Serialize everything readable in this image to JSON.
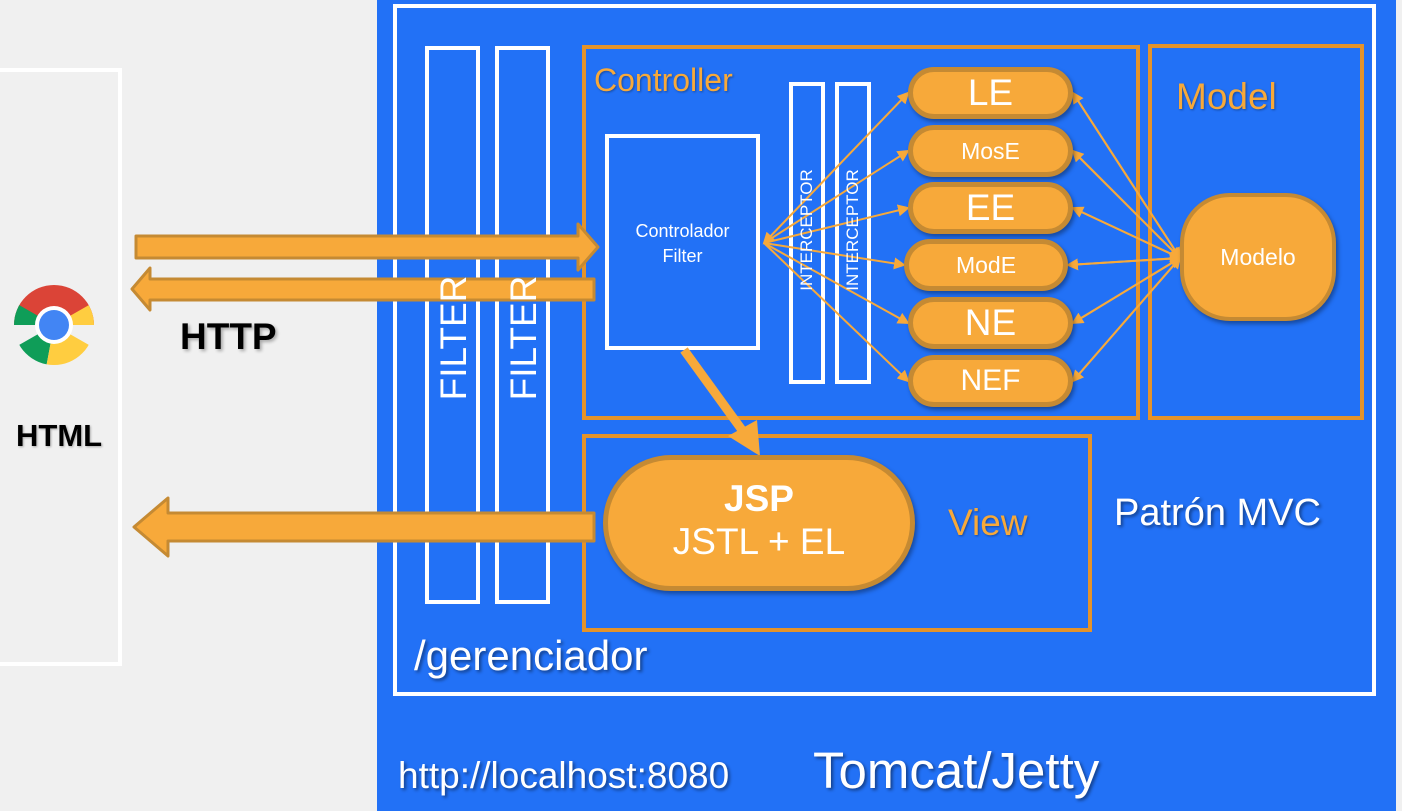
{
  "colors": {
    "server_bg": "#2271f6",
    "orange_fill": "#f7a93a",
    "orange_border": "#e4932a",
    "page_bg": "#f0f0f0",
    "white": "#ffffff"
  },
  "browser": {
    "icon": "chrome-icon",
    "label": "HTML",
    "protocol": "HTTP"
  },
  "server": {
    "url": "http://localhost:8080",
    "name": "Tomcat/Jetty",
    "context_path": "/gerenciador",
    "pattern": "Patrón MVC"
  },
  "filters": [
    "FILTER",
    "FILTER"
  ],
  "controller": {
    "title": "Controller",
    "filter_line1": "Controlador",
    "filter_line2": "Filter",
    "interceptors": [
      "INTERCEPTOR",
      "INTERCEPTOR"
    ],
    "actions": [
      "LE",
      "MosE",
      "EE",
      "ModE",
      "NE",
      "NEF"
    ]
  },
  "model": {
    "title": "Model",
    "node": "Modelo"
  },
  "view": {
    "title": "View",
    "jsp_line1": "JSP",
    "jsp_line2": "JSTL + EL"
  }
}
